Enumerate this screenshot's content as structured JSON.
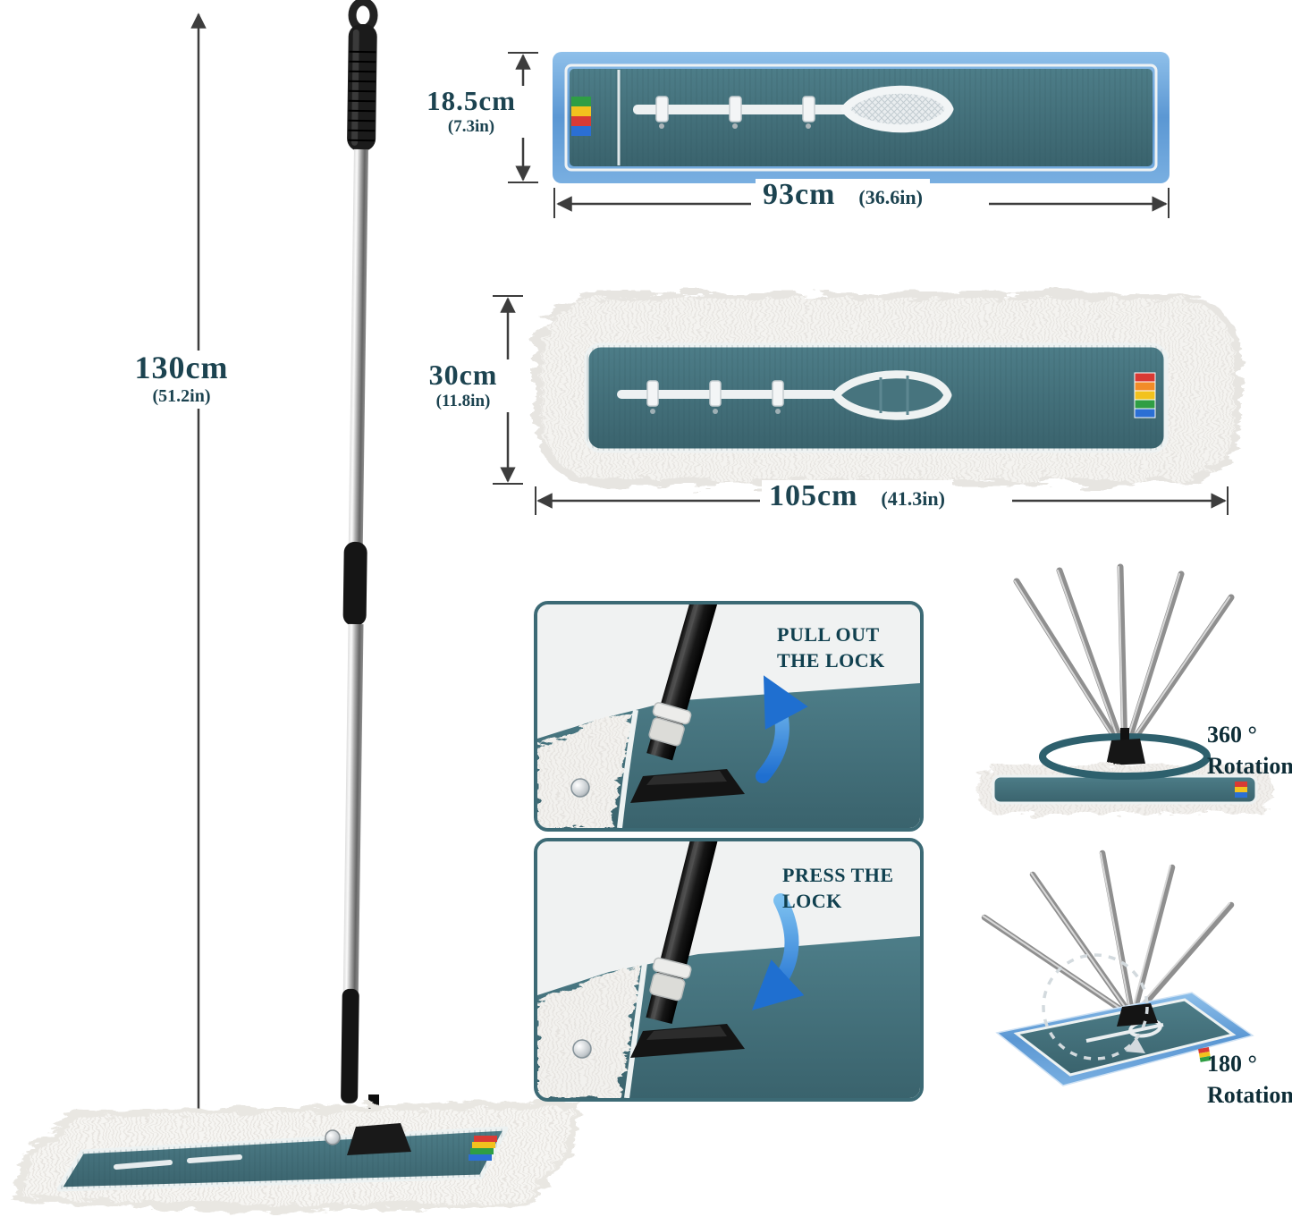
{
  "colors": {
    "pad_teal": "#40707b",
    "pad_blue_edge": "#5b97d3",
    "fringe_white": "#f4f3f0",
    "text_dark_teal": "#1c4350",
    "arrow_blue": "#2f7fd6",
    "dimension_line": "#3d3d3d"
  },
  "dimensions": {
    "handle_height": {
      "value": "130cm",
      "inches": "(51.2in)"
    },
    "pad_back_height": {
      "value": "18.5cm",
      "inches": "(7.3in)"
    },
    "pad_back_width": {
      "value": "93cm",
      "inches": "(36.6in)"
    },
    "pad_front_height": {
      "value": "30cm",
      "inches": "(11.8in)"
    },
    "pad_front_width": {
      "value": "105cm",
      "inches": "(41.3in)"
    }
  },
  "callouts": {
    "pull_out_lock": "PULL OUT THE LOCK",
    "press_lock": "PRESS THE LOCK"
  },
  "rotations": {
    "r360_value": "360 °",
    "r360_label": "Rotation",
    "r180_value": "180 °",
    "r180_label": "Rotation"
  }
}
